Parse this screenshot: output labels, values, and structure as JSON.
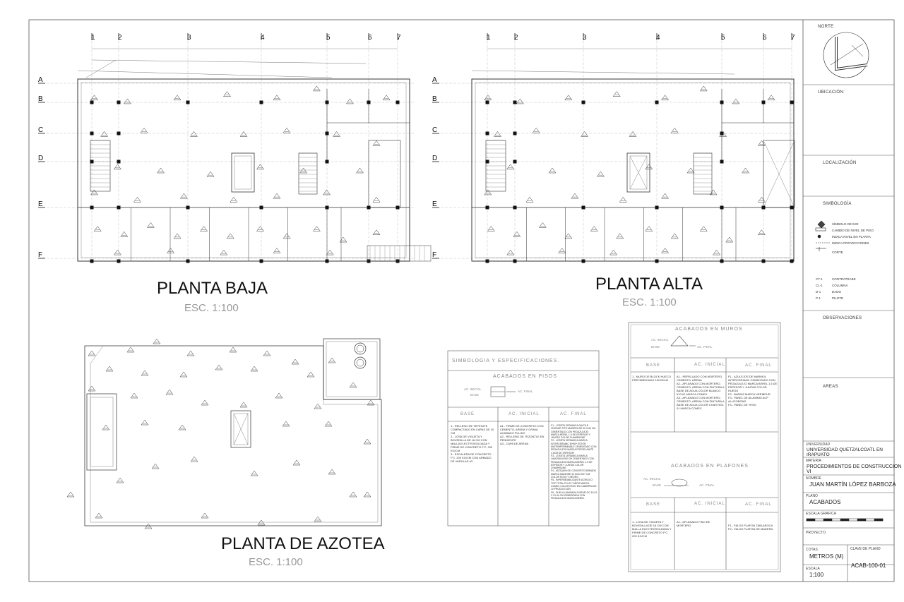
{
  "grid": {
    "columns": [
      "1",
      "2",
      "3",
      "4",
      "5",
      "6",
      "7"
    ],
    "rows": [
      "A",
      "B",
      "C",
      "D",
      "E",
      "F"
    ]
  },
  "plans": {
    "planta_baja": {
      "title": "PLANTA BAJA",
      "scale": "ESC. 1:100"
    },
    "planta_alta": {
      "title": "PLANTA ALTA",
      "scale": "ESC. 1:100"
    },
    "planta_azotea": {
      "title": "PLANTA DE AZOTEA",
      "scale": "ESC. 1:100"
    }
  },
  "pisos_table": {
    "title": "SIMBOLOGIA Y ESPECIFICACIONES.",
    "subtitle": "ACABADOS EN PISOS",
    "key_inicial": "AC. INICIAL",
    "key_base": "BASE",
    "key_final": "AC. FINAL",
    "col_base": "BASE",
    "col_inicial": "AC. INICIAL",
    "col_final": "AC. FINAL",
    "base_text": "1.- RELLENO DE TEPETATE COMPACTADO EN CAPAS DE 20 CM\n2.- LOSA DE VIGUETA Y BOVEDILLA DE 16 CM CON MALLA ELECTROSOLDADA Y FIRME DE CONCRETO F'C. 200 KG/CM\n3.- ESCALERA DE CONCRETO F'C. 200 KG/CM CON ARMADO DE VARILLAS #3",
    "inicial_text": "A1.- FIRME DE CONCRETO CON CEMENTO, ARENA Y GRAVA ACABADO PULIDO\nA2.- RELLENO DE TEZONTLE EN PENDIENTE\nA3.- CAPA DE ARENA",
    "final_text": "F1.- LOSETA CERAMICA DALTILE VINTAGE TIPO MADERA DE 20 X 60 CM CEMENTADO CON PEGAZULEJO MARCA BEREL 1.5 DE ESPESOR Y JUNTAS COLOR CHAMPAGNE\nF2.- LOSETA CERAMICA MARCA INTERCERAMIC 60*60* ESTOR MATEIMPERMEABLE CEMENTADO CON PEGAZULEJO MARCA PORCELANITE 1.5CM DE ESPESOR\nF3.- LOSETA CERAMICA MARCA LAMOSA 60*60 CM CEMENTADO CON PEGAZULEJO MARCA BEREL 1.5 DE ESPESOR Y JUNTAS COLOR CHAMPAGNE\nF4.- ADOQUIN DE CONCRETO ARMADO MARCA MADEIRE 22.5X22.5X7 CM COLOR ROJO Y NEGRO\nF5.- IMPERMEABILIZANTE ACRILICO TOP TOTAL PLUS 7 AÑOS MARCA COMEX COLOR ROJO EN CUBIERTA DE 10 PRODUCCIÓN\nF6.- DUELA LAMINADA DURAFLOC 15.24 X 91.44 CM CEMENTADA CON PEGAZULEJO MARCA BEREL"
  },
  "muros_table": {
    "title": "ACABADOS EN MUROS",
    "key_inicial": "AC. INICIAL",
    "key_base": "BASE",
    "key_final": "AC. FINAL",
    "col_base": "BASE",
    "col_inicial": "AC. INICIAL",
    "col_final": "AC. FINAL",
    "base_text": "1.- MURO DE BLOCK HUECO PREFABRICADO 15X20X40",
    "inicial_text": "A1.- REPELLADO CON MORTERO, CEMENTO, ARENA\nA2.- APLANADO CON MORTERO, CEMENTO, ARENA CON PINTURA A BASE DE AGUA COLOR BLANCO 610-01 MARCA COMEX\nA3.- APLANADO CON MORTERO, CEMENTO, ARENA CON PINTURA A BASE DE AGUA COLOR CHAIS 992-01 MARCA COMEX",
    "final_text": "F1.- AZULEJOS DE MARMOL INTERCERAMIC CEMENTADO CON PEGAZULEJO MARCA BEREL 1.5 DE ESPESOR Y JUNTAS COLOR HUESO\nF2.- BARNIZ MARCA VERIBPUR\nF3.- PANEL DE ALUMINIO ACP ALUCOBOND\nF4.- PANEL DE YESO"
  },
  "plafones_table": {
    "title": "ACABADOS EN PLAFONES",
    "key_inicial": "AC. INICIAL",
    "key_base": "BASE",
    "key_final": "AC. FINAL",
    "col_base": "BASE",
    "col_inicial": "AC. INICIAL",
    "col_final": "AC. FINAL",
    "base_text": "1.- LOSA DE VIGUETA Y BOVEDILLA DE 16 CM CON MALLA ELECTROSOLDADA Y FIRME DE CONCRETO F'C. 200 KG/CM",
    "inicial_text": "A1.- APLANADO FINO DE MORTERO",
    "final_text": "F1.- FALSO PLAFON TABLAROCA\nF2.- FALSO PLAFON DE MADERA"
  },
  "titleblock": {
    "norte": "NORTE",
    "ubicacion": "UBICACIÓN:",
    "localizacion": "LOCALIZACIÓN",
    "simbologia": "SIMBOLOGÍA",
    "legend": [
      "SÍMBOLO DE EJE",
      "CAMBIO DE NIVEL DE PISO",
      "INDICA NIVEL EN PLANTA",
      "INDICA PROYECCIONES",
      "CORTE"
    ],
    "codes": [
      {
        "code": "CT-1",
        "label": "CONTRATRABE"
      },
      {
        "code": "CL-1",
        "label": "COLUMNA"
      },
      {
        "code": "D-1",
        "label": "DADO"
      },
      {
        "code": "P-1",
        "label": "PILOTE"
      }
    ],
    "observaciones": "OBSERVACIONES",
    "areas": "AREAS",
    "universidad_lbl": "UNIVERSIDAD",
    "universidad": "UNIVERSIDAD QUETZALCOATL EN IRAPUATO",
    "materia_lbl": "MATERIA",
    "materia": "PROCEDIMIENTOS DE CONSTRUCCION VI",
    "nombre_lbl": "NOMBRE",
    "nombre": "JUAN MARTÍN LÓPEZ BARBOZA",
    "plano_lbl": "PLANO",
    "plano": "ACABADOS",
    "escala_grafica_lbl": "ESCALA GRAFICA",
    "proyecto_lbl": "PROYECTO",
    "cotas_lbl": "COTAS",
    "cotas": "METROS (M)",
    "clave_lbl": "CLAVE DE PLANO",
    "clave": "ACAB-100-01",
    "escala_lbl": "ESCALA",
    "escala": "1:100"
  },
  "colors": {
    "line": "#333333",
    "accent": "#888888"
  }
}
